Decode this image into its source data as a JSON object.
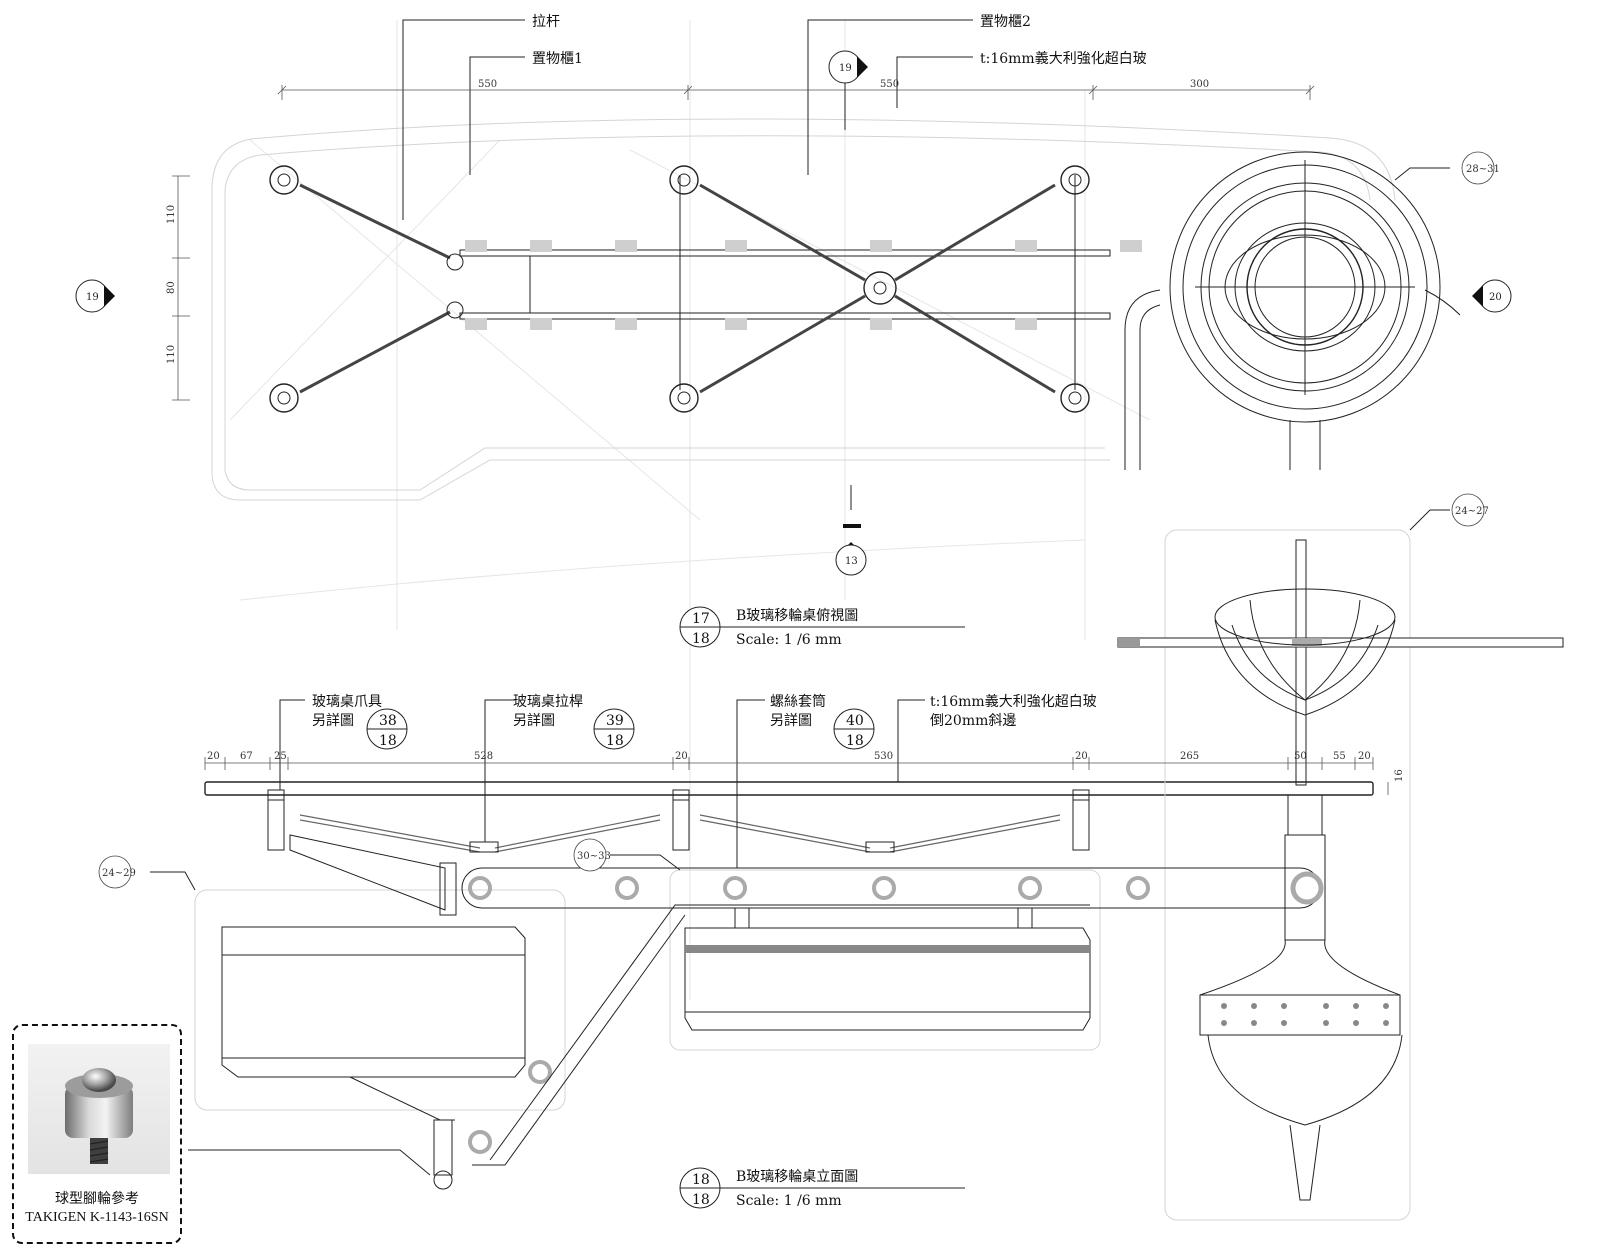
{
  "plan": {
    "labels": {
      "rod": "拉杆",
      "cabinet1": "置物櫃1",
      "cabinet2": "置物櫃2",
      "glass": "t:16mm義大利強化超白玻"
    },
    "dims": {
      "top_a": "550",
      "top_b": "550",
      "top_c": "300",
      "left_a": "110",
      "left_b": "80",
      "left_c": "110"
    },
    "sections": {
      "top": "19",
      "left": "19",
      "right": "20",
      "bottom": "13",
      "ring": "28~31"
    },
    "title_ref": {
      "num": "17",
      "sheet": "18"
    },
    "title": "B玻璃移輪桌俯視圖",
    "scale": "Scale: 1 /6 mm"
  },
  "elevation": {
    "callouts": {
      "claw": [
        "玻璃桌爪具",
        "另詳圖"
      ],
      "rod": [
        "玻璃桌拉桿",
        "另詳圖"
      ],
      "sleeve": [
        "螺絲套筒",
        "另詳圖"
      ],
      "glass": [
        "t:16mm義大利強化超白玻",
        "倒20mm斜邊"
      ]
    },
    "detail_refs": [
      {
        "num": "38",
        "sheet": "18"
      },
      {
        "num": "39",
        "sheet": "18"
      },
      {
        "num": "40",
        "sheet": "18"
      }
    ],
    "dims": [
      "20",
      "67",
      "25",
      "528",
      "20",
      "530",
      "20",
      "265",
      "50",
      "55",
      "20"
    ],
    "thickness": "16",
    "sections": {
      "bracket": "30~33",
      "left_cart": "24~29",
      "right_view": "24~27"
    },
    "title_ref": {
      "num": "18",
      "sheet": "18"
    },
    "title": "B玻璃移輪桌立面圖",
    "scale": "Scale: 1 /6 mm"
  },
  "reference": {
    "caption_cn": "球型腳輪參考",
    "caption_model": "TAKIGEN K-1143-16SN"
  }
}
